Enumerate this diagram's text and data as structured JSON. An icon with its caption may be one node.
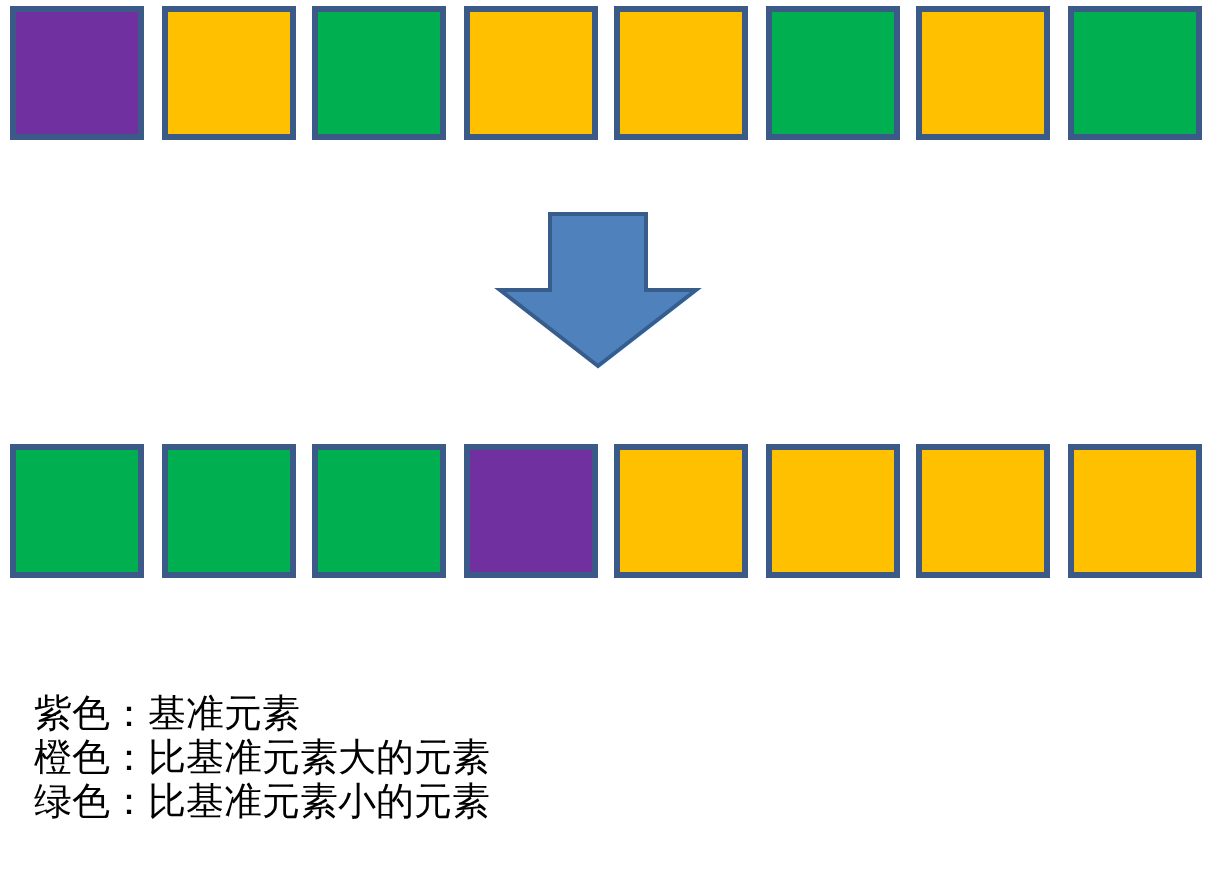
{
  "diagram": {
    "nodes": [
      {
        "text": [],
        "shape": "box"
      },
      {
        "text": [],
        "shape": "box"
      },
      {
        "text": [],
        "shape": "box"
      },
      {
        "text": [],
        "shape": "box"
      },
      {
        "text": [],
        "shape": "box"
      },
      {
        "text": [],
        "shape": "box"
      },
      {
        "text": [],
        "shape": "box"
      },
      {
        "text": [],
        "shape": "box"
      },
      {
        "text": [],
        "shape": "box"
      },
      {
        "text": [],
        "shape": "box"
      },
      {
        "text": [],
        "shape": "box"
      },
      {
        "text": [],
        "shape": "box"
      },
      {
        "text": [],
        "shape": "box"
      },
      {
        "text": [],
        "shape": "box"
      },
      {
        "text": [],
        "shape": "box"
      },
      {
        "text": [],
        "shape": "box"
      }
    ],
    "labels": [
      "紫色：基准元素",
      "橙色：比基准元素大的元素",
      "绿色：比基准元素小的元素"
    ]
  }
}
